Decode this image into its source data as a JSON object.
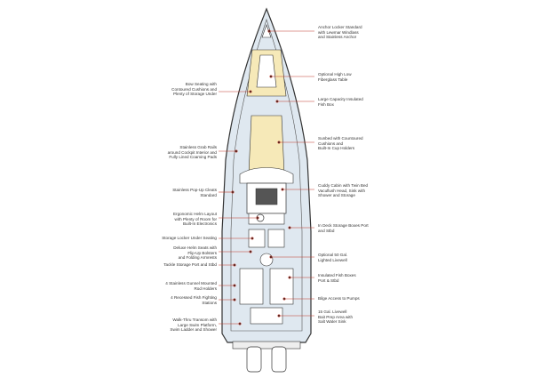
{
  "callouts_left": [
    {
      "id": "bow-seating",
      "text": "Bow Seating with\nContoured Cushions and\nPlenty of Storage Under"
    },
    {
      "id": "grab-rails",
      "text": "Stainless Grab Rails\naround Cockpit Interior and\nFully Lined Coaming Pads"
    },
    {
      "id": "pop-up-cleats",
      "text": "Stainless Pop-Up Cleats\nStandard"
    },
    {
      "id": "helm-layout",
      "text": "Ergonomic Helm Layout\nwith Plenty of Room for\nBuilt-In Electronics"
    },
    {
      "id": "storage-locker",
      "text": "Storage Locker Under Seating"
    },
    {
      "id": "helm-seats",
      "text": "Deluxe Helm Seats with\nFlip-Up Bolsters\nand Folding Armrests"
    },
    {
      "id": "tackle-storage",
      "text": "Tackle Storage Port and Stbd"
    },
    {
      "id": "gunnel-rod-holders",
      "text": "4 Stainless Gunnel Mounted\nRod Holders"
    },
    {
      "id": "fighting-stations",
      "text": "4 Recessed Fish Fighting\nStations"
    },
    {
      "id": "walk-thru-transom",
      "text": "Walk-Thru Transom with\nLarge Swim Platform,\nSwim Ladder and Shower"
    }
  ],
  "callouts_right": [
    {
      "id": "anchor-locker",
      "text": "Anchor Locker Standard\nwith Lewmar Windlass\nand Stainless Anchor"
    },
    {
      "id": "hi-low-table",
      "text": "Optional High Low\nFiberglass Table"
    },
    {
      "id": "insulated-fish-box",
      "text": "Large Capacity Insulated\nFish Box"
    },
    {
      "id": "sunbed",
      "text": "Sunbed with Countoured\nCushions and\nBuilt-In Cup Holders"
    },
    {
      "id": "cuddy-cabin",
      "text": "Cuddy Cabin with Twin Bed\nVacuflush Head, Sink with\nShower and Storage"
    },
    {
      "id": "in-deck-storage",
      "text": "In Deck Storage Boxes Port\nand Stbd"
    },
    {
      "id": "livewell-50",
      "text": "Optional 50 Gal.\nLighted Livewell"
    },
    {
      "id": "insulated-fish-boxes",
      "text": "Insulated Fish Boxes\nPort & Stbd"
    },
    {
      "id": "bilge-access",
      "text": "Bilge Access to Pumps"
    },
    {
      "id": "livewell-15",
      "text": "15 Gal. Livewell\nBait Prep Area with\nSalt Water Sink"
    }
  ],
  "colors": {
    "hull_fill": "#dfe8f0",
    "outline": "#333333",
    "cushion": "#f6e9b8",
    "leader": "#c0392b",
    "leader_dot": "#1f1f1f"
  }
}
